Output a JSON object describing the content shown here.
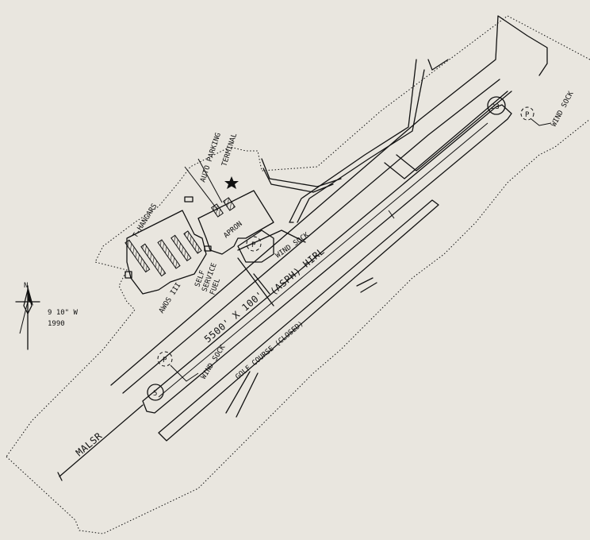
{
  "runway": {
    "dimensions": "5500' X 100'",
    "surface": "(ASPH) HIRL",
    "end_low": "5",
    "end_high": "23",
    "approach": "MALSR"
  },
  "labels": {
    "t_hangars": "T-HANGARS",
    "auto_parking": "AUTO PARKING",
    "terminal": "TERMINAL",
    "apron": "APRON",
    "self_service_fuel_1": "SELF",
    "self_service_fuel_2": "SERVICE",
    "self_service_fuel_3": "FUEL",
    "awos": "AWOS III",
    "wind_sock_1": "WIND SOCK",
    "wind_sock_2": "WIND SOCK",
    "wind_sock_3": "WIND SOCK",
    "golf_course": "GOLF COURSE (CLOSED)",
    "parking_symbol": "P"
  },
  "magnetic": {
    "north": "N",
    "variation": "9 10\" W",
    "year": "1990"
  },
  "colors": {
    "background": "#e9e6df",
    "ink": "#111111"
  }
}
